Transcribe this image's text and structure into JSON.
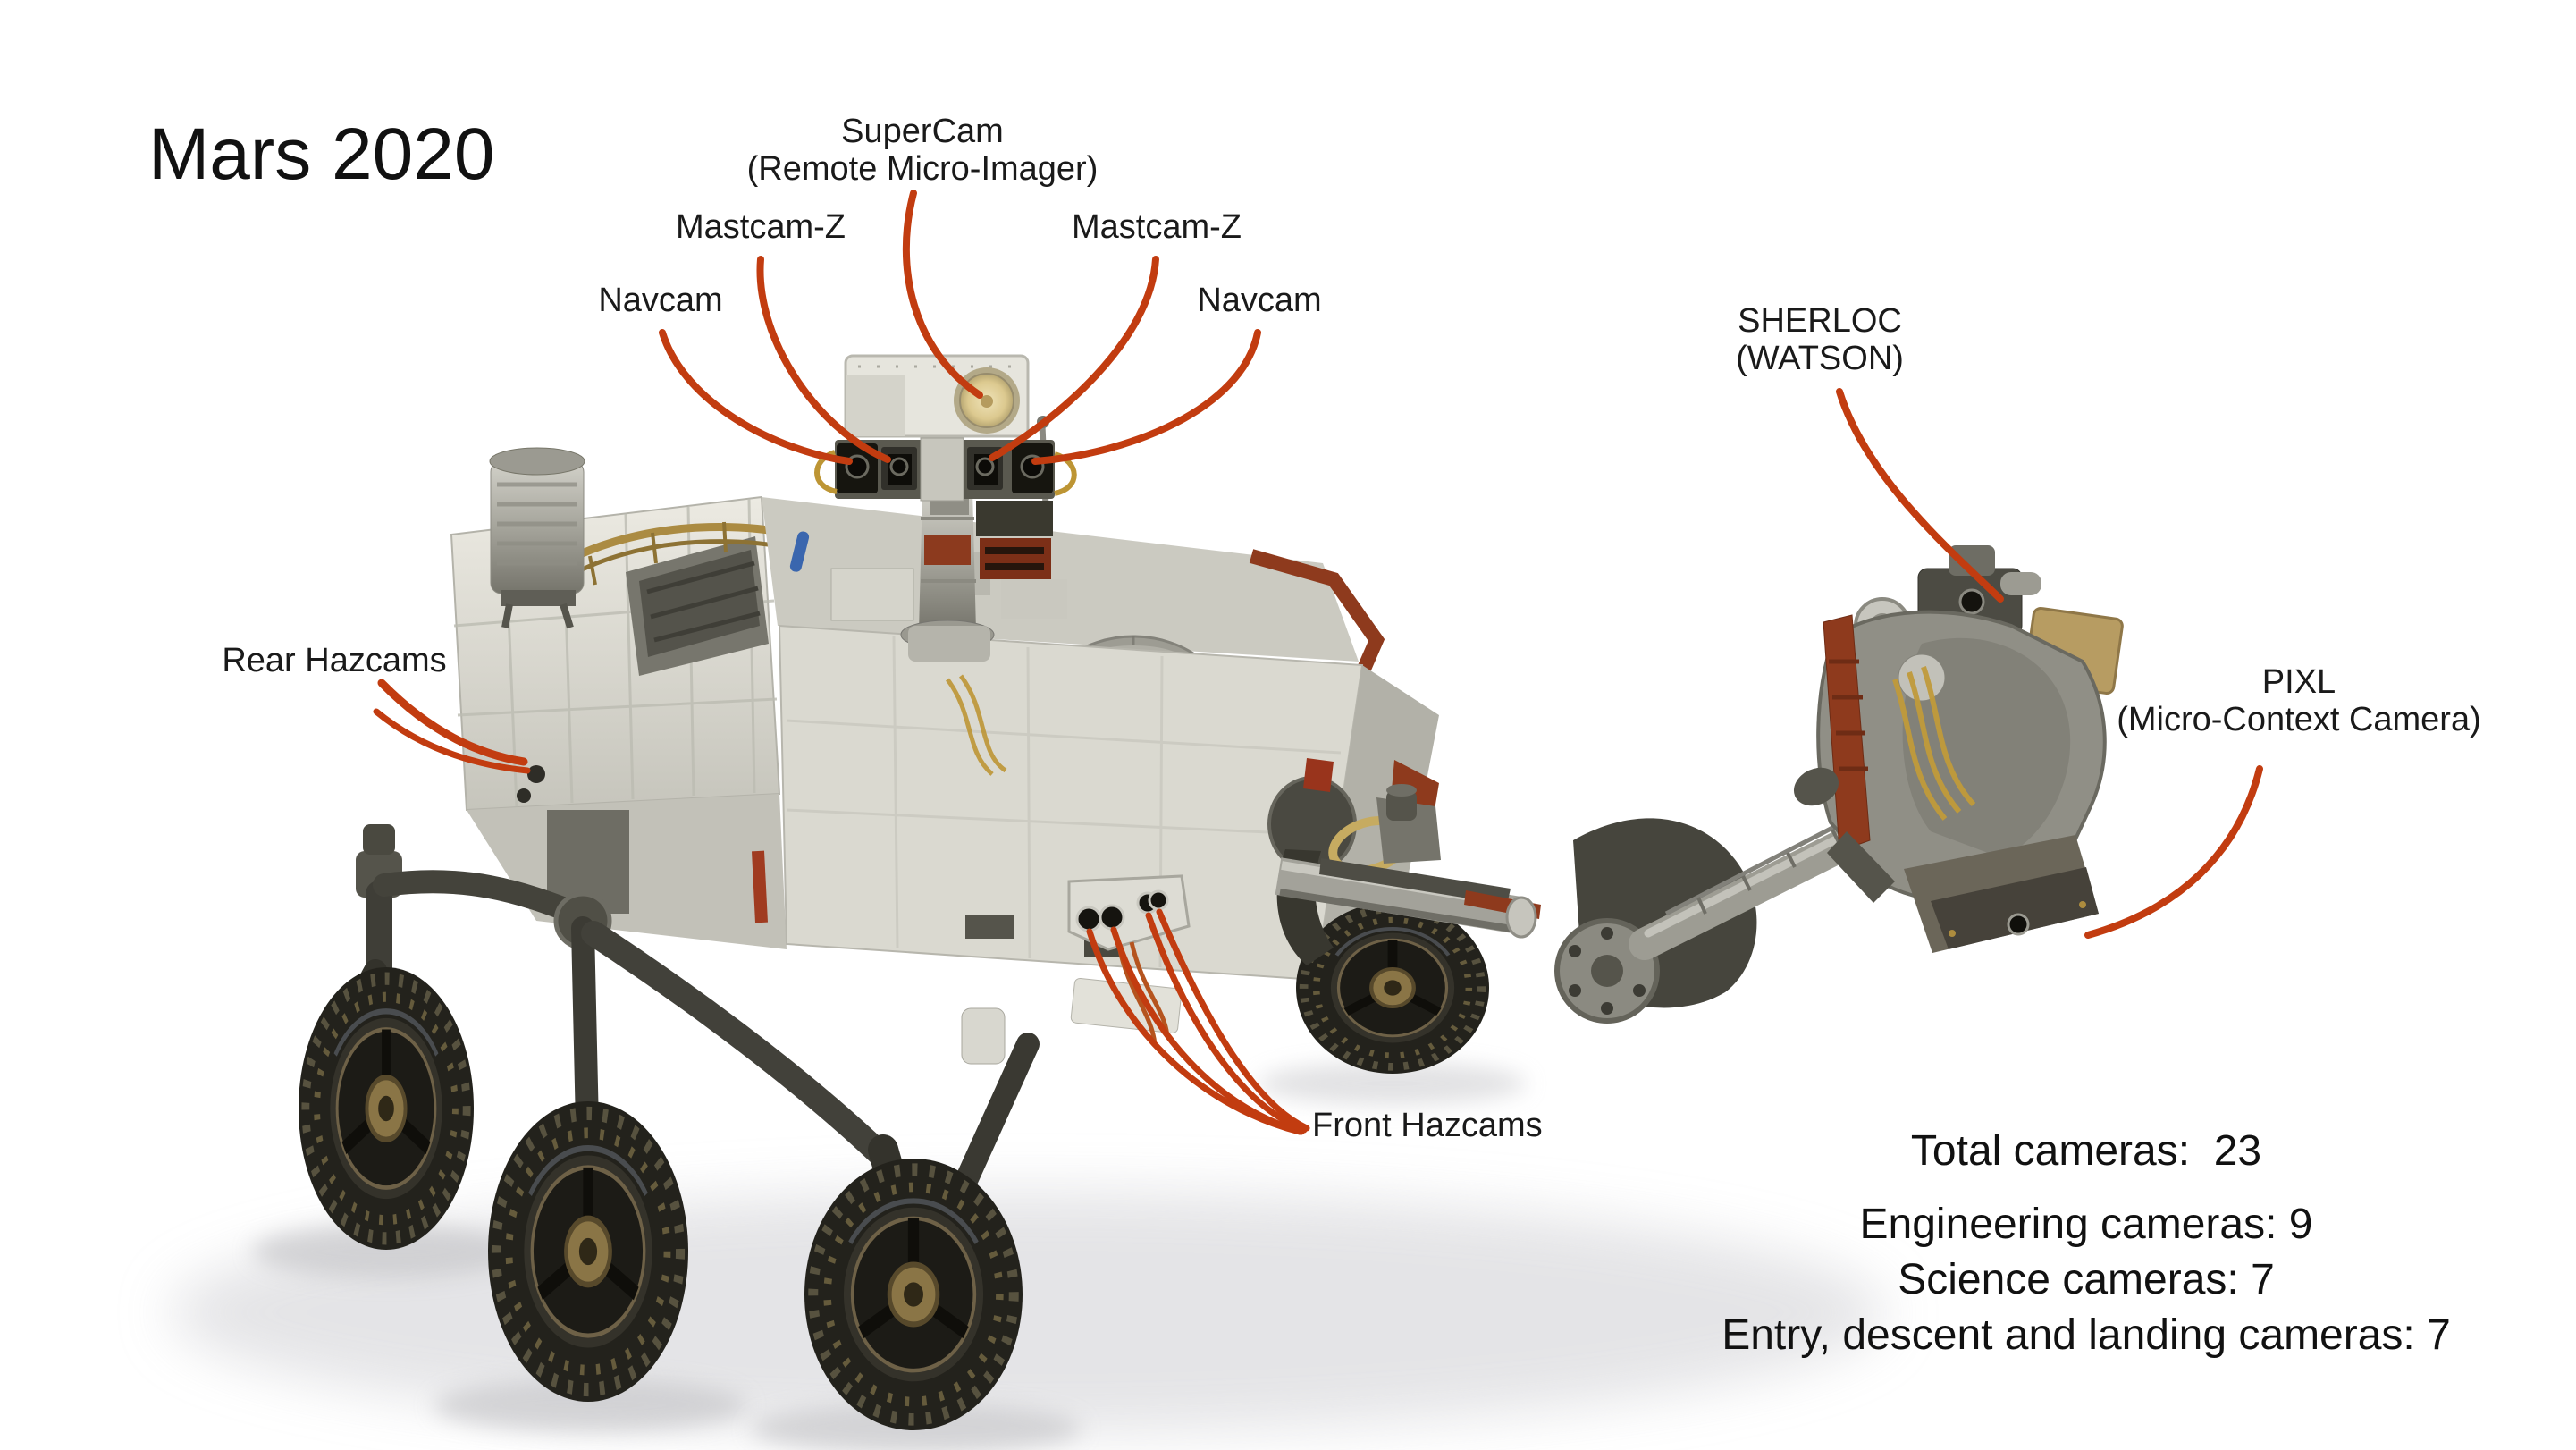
{
  "title": "Mars 2020",
  "labels": {
    "supercam": {
      "line1": "SuperCam",
      "line2": "(Remote Micro-Imager)"
    },
    "mastcam_z_left": "Mastcam-Z",
    "mastcam_z_right": "Mastcam-Z",
    "navcam_left": "Navcam",
    "navcam_right": "Navcam",
    "sherloc": {
      "line1": "SHERLOC",
      "line2": "(WATSON)"
    },
    "rear_hazcams": "Rear Hazcams",
    "pixl": {
      "line1": "PIXL",
      "line2": "(Micro-Context Camera)"
    },
    "front_hazcams": "Front Hazcams"
  },
  "stats": {
    "total": "Total cameras:  23",
    "engineering": "Engineering cameras: 9",
    "science": "Science cameras: 7",
    "entry_descent_landing": "Entry, descent and landing cameras: 7"
  },
  "colors": {
    "leader_line": "#c23c10",
    "text": "#1a1a1a",
    "background": "#ffffff"
  }
}
